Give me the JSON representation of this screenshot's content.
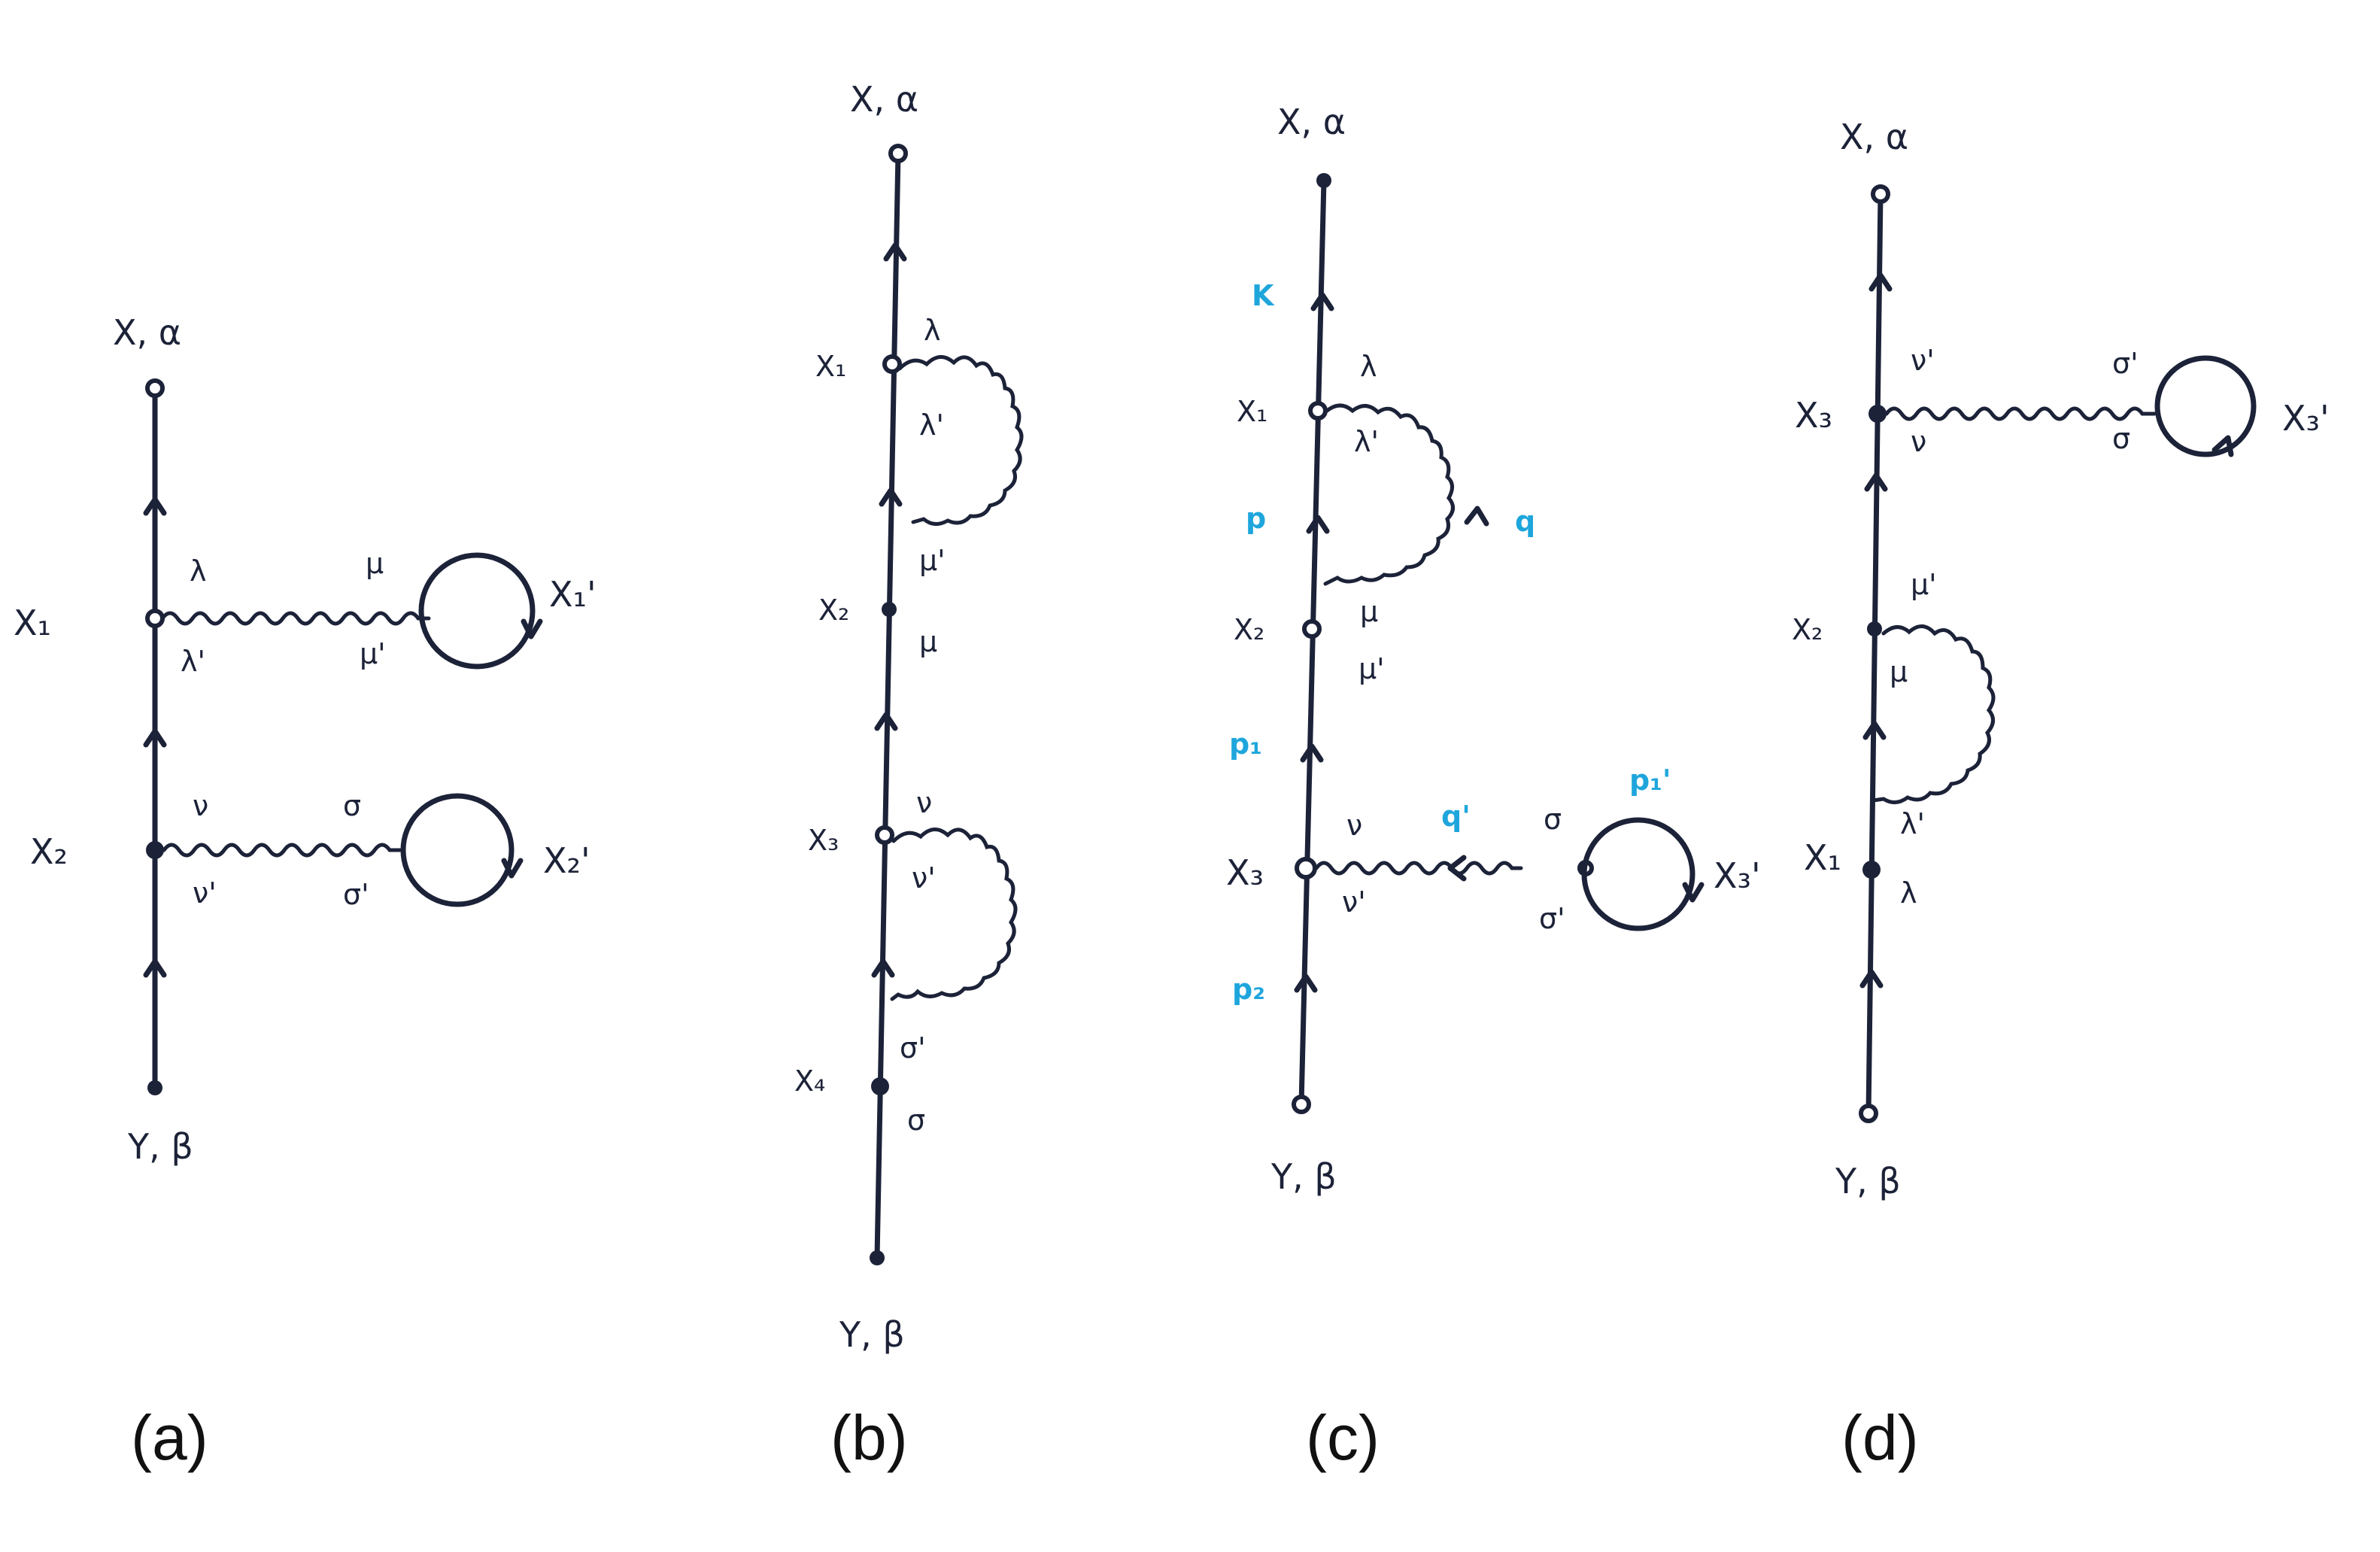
{
  "diagrams": [
    {
      "caption": "(a)",
      "top": "X, α",
      "bottom": "Y, β",
      "vertices": [
        "X₁",
        "X₂"
      ],
      "loops": [
        "X₁'",
        "X₂'"
      ],
      "indices": [
        "λ",
        "λ'",
        "μ",
        "μ'",
        "ν",
        "ν'",
        "σ",
        "σ'"
      ]
    },
    {
      "caption": "(b)",
      "top": "X, α",
      "bottom": "Y, β",
      "vertices": [
        "X₁",
        "X₂",
        "X₃",
        "X₄"
      ],
      "indices": [
        "λ",
        "λ'",
        "μ'",
        "μ",
        "ν",
        "ν'",
        "σ'",
        "σ"
      ]
    },
    {
      "caption": "(c)",
      "top": "X, α",
      "bottom": "Y, β",
      "vertices": [
        "X₁",
        "X₂",
        "X₃"
      ],
      "loops": [
        "X₃'"
      ],
      "indices": [
        "λ",
        "λ'",
        "μ",
        "μ'",
        "ν",
        "ν'",
        "σ",
        "σ'"
      ],
      "momenta": [
        "K",
        "p",
        "q",
        "p₁",
        "q'",
        "p₁'",
        "p₂"
      ]
    },
    {
      "caption": "(d)",
      "top": "X, α",
      "bottom": "Y, β",
      "vertices": [
        "X₃",
        "X₂",
        "X₁"
      ],
      "loops": [
        "X₃'"
      ],
      "indices": [
        "ν'",
        "ν",
        "σ'",
        "σ",
        "μ'",
        "μ",
        "λ'",
        "λ"
      ]
    }
  ],
  "colors": {
    "ink": "#1c2238",
    "momentum": "#1ea6dc"
  }
}
